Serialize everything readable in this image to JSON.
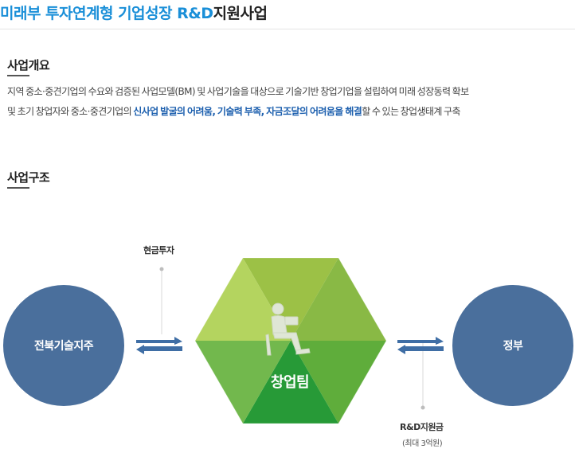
{
  "title": {
    "accent": "미래부 투자연계형 기업성장 R&D",
    "rest": "지원사업"
  },
  "overview": {
    "heading": "사업개요",
    "line1": "지역 중소·중견기업의 수요와 검증된 사업모델(BM) 및 사업기술을 대상으로 기술기반 창업기업을 설립하여 미래 성장동력 확보",
    "line2_prefix": "및 초기 창업자와 중소·중견기업의 ",
    "line2_highlight": "신사업 발굴의 어려움, 기술력 부족, 자금조달의 어려움을 해결",
    "line2_suffix": "할 수 있는 창업생태계 구축"
  },
  "structure": {
    "heading": "사업구조",
    "left_entity": "전북기술지주",
    "center_entity": "창업팀",
    "right_entity": "정부",
    "left_flow_label": "현금투자",
    "right_flow_label": "R&D지원금",
    "right_flow_sublabel": "(최대 3억원)",
    "colors": {
      "circle": "#4a6f9c",
      "arrow": "#3f6ea5",
      "hexagon_light": "#b9d65a",
      "hexagon_mid": "#6db33f",
      "hexagon_dark": "#1f8a2e"
    },
    "icons": {
      "arrows": "exchange-arrows-icon",
      "person": "seated-person-icon"
    }
  }
}
